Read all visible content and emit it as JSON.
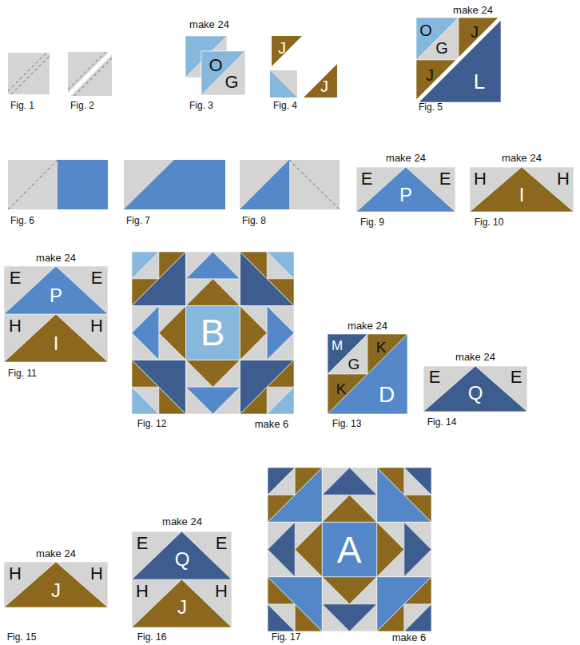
{
  "diagram": {
    "labels": [
      "make 24",
      "O",
      "G",
      "J",
      "J",
      "make 24",
      "O",
      "G",
      "J",
      "J",
      "L",
      "Fig. 1",
      "Fig. 2",
      "Fig. 3",
      "Fig. 4",
      "Fig. 5",
      "Fig. 6",
      "Fig. 7",
      "Fig. 8",
      "make 24",
      "E",
      "P",
      "E",
      "make 24",
      "H",
      "I",
      "H",
      "Fig. 9",
      "Fig. 10",
      "make 24",
      "E",
      "P",
      "E",
      "H",
      "I",
      "H",
      "B",
      "make 24",
      "M",
      "G",
      "K",
      "K",
      "D",
      "make 24",
      "E",
      "Q",
      "E",
      "Fig. 11",
      "Fig. 12",
      "make 6",
      "Fig. 13",
      "Fig. 14",
      "make 24",
      "make 24",
      "E",
      "Q",
      "E",
      "H",
      "J",
      "H",
      "H",
      "J",
      "H",
      "A",
      "Fig. 15",
      "Fig. 16",
      "Fig. 17",
      "make 6"
    ]
  }
}
